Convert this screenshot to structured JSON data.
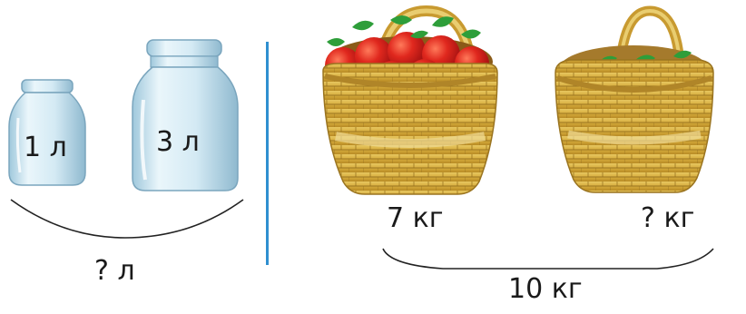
{
  "left": {
    "small_jar_label": "1 л",
    "big_jar_label": "3 л",
    "total_label": "? л"
  },
  "right": {
    "basket1_label": "7 кг",
    "basket2_label": "? кг",
    "total_label": "10 кг"
  },
  "colors": {
    "divider": "#2f8fd0",
    "jar_glass": "#dbeef8",
    "basket": "#d8b34a",
    "apple": "#e0281e",
    "leaf": "#2e9e3a"
  }
}
